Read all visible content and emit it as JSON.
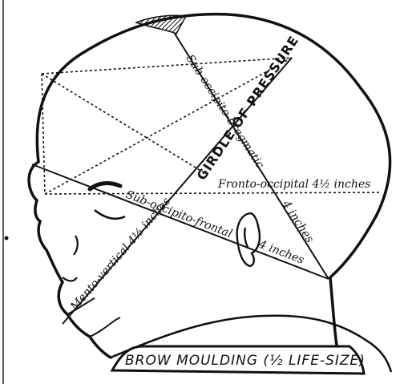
{
  "labels": {
    "sub_occipito_bregmatic": "Sub-occipito-bregmatic",
    "girdle_of_pressure": "GIRDLE OF PRESSURE",
    "fronto_occipital": "Fronto-occipital 4½ inches",
    "sub_occipito_frontal": "Sub-occipito-frontal",
    "four_inches_bregmatic": "4 inches",
    "four_inches_frontal": "4 inches",
    "mento_vertical": "Mento-vertical 4½ inches"
  },
  "caption": "BROW MOULDING (½ LIFE-SIZE)"
}
